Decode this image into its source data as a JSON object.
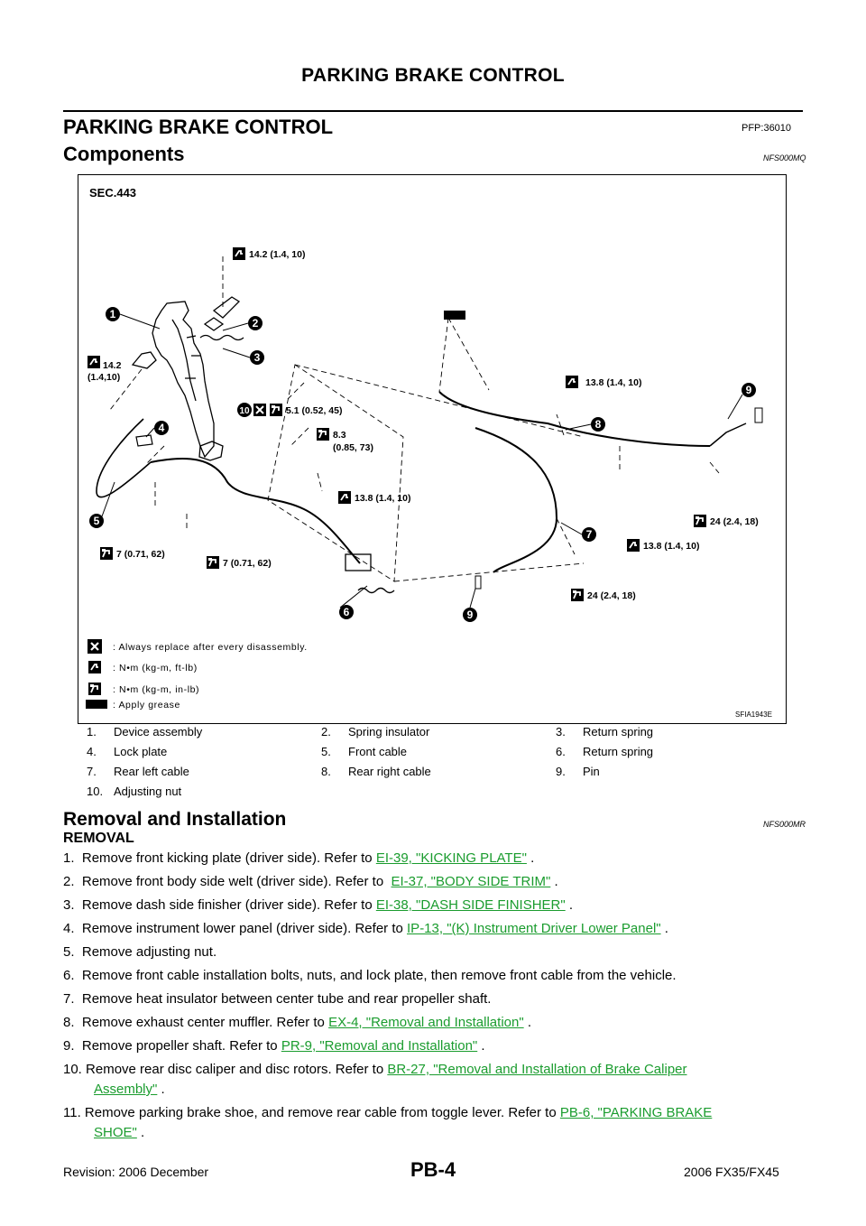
{
  "header": {
    "running_title": "PARKING BRAKE CONTROL"
  },
  "section": {
    "title": "PARKING BRAKE CONTROL",
    "pfp": "PFP:36010"
  },
  "components": {
    "title": "Components",
    "code": "NFS000MQ"
  },
  "diagram": {
    "sec": "SEC.443",
    "figure_id": "SFIA1943E",
    "callouts": [
      "1",
      "2",
      "3",
      "4",
      "5",
      "6",
      "7",
      "8",
      "9",
      "9",
      "10"
    ],
    "torques": {
      "t_top": "14.2 (1.4, 10)",
      "t_left_a": "14.2",
      "t_left_b": "(1.4,10)",
      "t_adj": "5.1 (0.52, 45)",
      "t_83a": "8.3",
      "t_83b": "(0.85, 73)",
      "t_mid": "13.8 (1.4, 10)",
      "t_7a": "7 (0.71, 62)",
      "t_7b": "7 (0.71, 62)",
      "t_r1": "13.8 (1.4, 10)",
      "t_r2": "13.8 (1.4, 10)",
      "t_24a": "24 (2.4, 18)",
      "t_24b": "24 (2.4, 18)"
    },
    "legend": [
      {
        "icon": "replace-icon",
        "text": ": Always replace after every disassembly."
      },
      {
        "icon": "torque-ftlb-icon",
        "text": ": N•m (kg-m, ft-lb)"
      },
      {
        "icon": "torque-inlb-icon",
        "text": ": N•m (kg-m, in-lb)"
      },
      {
        "icon": "grease-icon",
        "text": ": Apply grease"
      }
    ]
  },
  "parts": [
    [
      "1.",
      "Device assembly",
      "2.",
      "Spring insulator",
      "3.",
      "Return spring"
    ],
    [
      "4.",
      "Lock plate",
      "5.",
      "Front cable",
      "6.",
      "Return spring"
    ],
    [
      "7.",
      "Rear left cable",
      "8.",
      "Rear right cable",
      "9.",
      "Pin"
    ],
    [
      "10.",
      "Adjusting nut",
      "",
      "",
      "",
      ""
    ]
  ],
  "removal": {
    "title": "Removal and Installation",
    "code": "NFS000MR",
    "subtitle": "REMOVAL"
  },
  "steps": [
    {
      "n": "1.",
      "text": "Remove front kicking plate (driver side). Refer to",
      "link": "EI-39, \"KICKING PLATE\"",
      "after": " ."
    },
    {
      "n": "2.",
      "text": "Remove front body side welt (driver side). Refer to ",
      "link": "EI-37, \"BODY SIDE TRIM\"",
      "after": " ."
    },
    {
      "n": "3.",
      "text": "Remove dash side finisher (driver side). Refer to",
      "link": "EI-38, \"DASH SIDE FINISHER\"",
      "after": " ."
    },
    {
      "n": "4.",
      "text": "Remove instrument lower panel (driver side). Refer to",
      "link": "IP-13, \"(K) Instrument Driver Lower Panel\"",
      "after": " ."
    },
    {
      "n": "5.",
      "text": "Remove adjusting nut.",
      "link": "",
      "after": ""
    },
    {
      "n": "6.",
      "text": "Remove front cable installation bolts, nuts, and lock plate, then remove front cable from the vehicle.",
      "link": "",
      "after": ""
    },
    {
      "n": "7.",
      "text": "Remove heat insulator between center tube and rear propeller shaft.",
      "link": "",
      "after": ""
    },
    {
      "n": "8.",
      "text": "Remove exhaust center muffler. Refer to",
      "link": "EX-4, \"Removal and Installation\"",
      "after": " ."
    },
    {
      "n": "9.",
      "text": "Remove propeller shaft. Refer to",
      "link": "PR-9, \"Removal and Installation\"",
      "after": " ."
    },
    {
      "n": "10.",
      "text": "Remove rear disc caliper and disc rotors. Refer to",
      "link": "BR-27, \"Removal and Installation of Brake Caliper",
      "link2": "Assembly\"",
      "after": " ."
    },
    {
      "n": "11.",
      "text": "Remove parking brake shoe, and remove rear cable from toggle lever. Refer to",
      "link": "PB-6, \"PARKING BRAKE",
      "link2": "SHOE\"",
      "after": " ."
    }
  ],
  "footer": {
    "revision": "Revision: 2006 December",
    "page": "PB-4",
    "model": "2006 FX35/FX45"
  }
}
